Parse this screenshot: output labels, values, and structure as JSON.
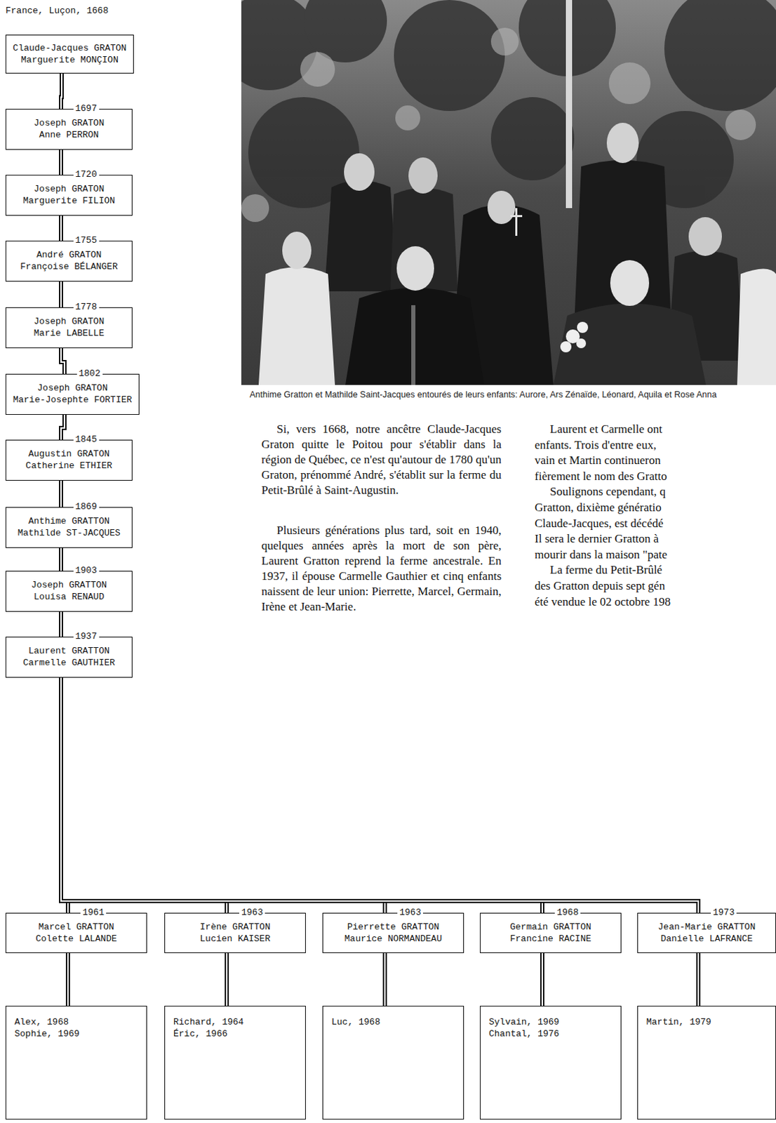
{
  "diagram": {
    "caption": "Anthime Gratton et Mathilde Saint-Jacques entourés de leurs enfants: Aurore, Ars Zénaïde, Léonard, Aquila et Rose Anna",
    "nodes": [
      {
        "text": [
          "Claude-Jacques GRATON",
          "Marguerite MONÇION"
        ]
      },
      {
        "text": [
          "1697",
          "Joseph GRATON",
          "Anne PERRON"
        ]
      },
      {
        "text": [
          "1720",
          "Joseph GRATON",
          "Marguerite FILION"
        ]
      },
      {
        "text": [
          "1755",
          "André GRATON",
          "Françoise BÉLANGER"
        ]
      },
      {
        "text": [
          "1778",
          "Joseph GRATON",
          "Marie LABELLE"
        ]
      },
      {
        "text": [
          "1802",
          "Joseph GRATON",
          "Marie-Josephte FORTIER"
        ]
      },
      {
        "text": [
          "1845",
          "Augustin GRATON",
          "Catherine ETHIER"
        ]
      },
      {
        "text": [
          "1869",
          "Anthime GRATTON",
          "Mathilde ST-JACQUES"
        ]
      },
      {
        "text": [
          "1903",
          "Joseph GRATTON",
          "Louisa RENAUD"
        ]
      },
      {
        "text": [
          "1937",
          "Laurent GRATTON",
          "Carmelle GAUTHIER"
        ]
      },
      {
        "text": [
          "1961",
          "Marcel GRATTON",
          "Colette LALANDE"
        ]
      },
      {
        "text": [
          "1963",
          "Irène GRATTON",
          "Lucien KAISER"
        ]
      },
      {
        "text": [
          "1963",
          "Pierrette GRATTON",
          "Maurice NORMANDEAU"
        ]
      },
      {
        "text": [
          "1968",
          "Germain GRATTON",
          "Francine RACINE"
        ]
      },
      {
        "text": [
          "1973",
          "Jean-Marie GRATTON",
          "Danielle LAFRANCE"
        ]
      },
      {
        "text": [
          "Alex, 1968",
          "Sophie, 1969"
        ]
      },
      {
        "text": [
          "Richard, 1964",
          "Éric, 1966"
        ]
      },
      {
        "text": [
          "Luc, 1968"
        ]
      },
      {
        "text": [
          "Sylvain, 1969",
          "Chantal, 1976"
        ]
      },
      {
        "text": [
          "Martin, 1979"
        ]
      }
    ],
    "edges": [
      {
        "from": 0,
        "to": 1,
        "arrow": "none"
      },
      {
        "from": 1,
        "to": 2,
        "arrow": "none"
      },
      {
        "from": 2,
        "to": 3,
        "arrow": "none"
      },
      {
        "from": 3,
        "to": 4,
        "arrow": "none"
      },
      {
        "from": 4,
        "to": 5,
        "arrow": "none"
      },
      {
        "from": 5,
        "to": 6,
        "arrow": "none"
      },
      {
        "from": 6,
        "to": 7,
        "arrow": "none"
      },
      {
        "from": 7,
        "to": 8,
        "arrow": "none"
      },
      {
        "from": 8,
        "to": 9,
        "arrow": "none"
      },
      {
        "from": 9,
        "to": 10,
        "arrow": "none"
      },
      {
        "from": 9,
        "to": 11,
        "arrow": "none"
      },
      {
        "from": 9,
        "to": 12,
        "arrow": "none"
      },
      {
        "from": 9,
        "to": 13,
        "arrow": "none"
      },
      {
        "from": 9,
        "to": 14,
        "arrow": "none"
      },
      {
        "from": 10,
        "to": 15,
        "arrow": "none"
      },
      {
        "from": 11,
        "to": 16,
        "arrow": "none"
      },
      {
        "from": 12,
        "to": 17,
        "arrow": "none"
      },
      {
        "from": 13,
        "to": 18,
        "arrow": "none"
      },
      {
        "from": 14,
        "to": 19,
        "arrow": "none"
      }
    ],
    "labels": [
      "France, Luçon, 1668",
      "Si, vers 1668, notre ancêtre Claude-Jacques Graton quitte le Poitou pour s'établir dans la région de Québec, ce n'est qu'autour de 1780 qu'un Graton, prénommé André, s'établit sur la ferme du Petit-Brûlé à Saint-Augustin.",
      "Plusieurs générations plus tard, soit en 1940, quelques années après la mort de son père, Laurent Gratton reprend la ferme ancestrale. En 1937, il épouse Carmelle Gauthier et cinq enfants naissent de leur union: Pierrette, Marcel, Germain, Irène et Jean-Marie.",
      "Laurent et Carmelle ont",
      "enfants. Trois d'entre eux,",
      "vain et Martin continueron",
      "fièrement le nom des Gratto",
      "Soulignons cependant, q",
      "Gratton, dixième génératio",
      "Claude-Jacques, est décédé",
      "Il sera le dernier Gratton à",
      "mourir dans la maison \"pate",
      "La ferme du Petit-Brûlé",
      "des Gratton depuis sept gén",
      "été vendue le 02 octobre 198"
    ]
  }
}
